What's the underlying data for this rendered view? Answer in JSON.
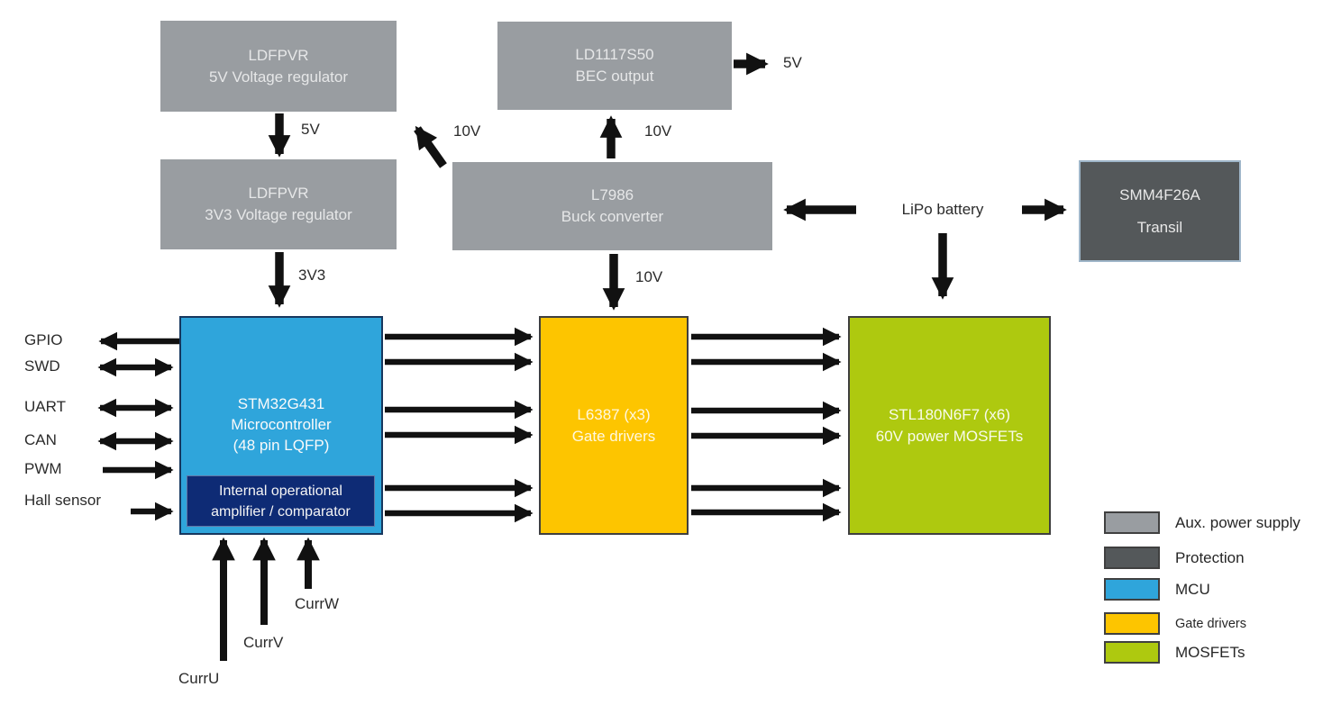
{
  "blocks": {
    "reg5v": {
      "lines": [
        "LDFPVR",
        "5V Voltage regulator"
      ]
    },
    "reg3v3": {
      "lines": [
        "LDFPVR",
        "3V3 Voltage regulator"
      ]
    },
    "bec": {
      "lines": [
        "LD1117S50",
        "BEC output"
      ]
    },
    "buck": {
      "lines": [
        "L7986",
        "Buck converter"
      ]
    },
    "transil": {
      "lines": [
        "SMM4F26A",
        "Transil"
      ]
    },
    "mcu": {
      "lines": [
        "STM32G431",
        "Microcontroller",
        "(48 pin LQFP)"
      ]
    },
    "opamp": {
      "lines": [
        "Internal operational",
        "amplifier / comparator"
      ]
    },
    "gate": {
      "lines": [
        "L6387 (x3)",
        "Gate drivers"
      ]
    },
    "mosfet": {
      "lines": [
        "STL180N6F7 (x6)",
        "60V power MOSFETs"
      ]
    }
  },
  "labels": {
    "reg5v_out": "5V",
    "reg3v3_out": "3V3",
    "buck_to_reg": "10V",
    "buck_to_bec": "10V",
    "bec_out": "5V",
    "buck_to_gate": "10V",
    "battery": "LiPo battery",
    "curr_u": "CurrU",
    "curr_v": "CurrV",
    "curr_w": "CurrW"
  },
  "mcu_io": [
    "GPIO",
    "SWD",
    "UART",
    "CAN",
    "PWM",
    "Hall sensor"
  ],
  "legend": {
    "items": [
      {
        "label": "Aux. power supply",
        "color": "#999DA1"
      },
      {
        "label": "Protection",
        "color": "#54585A"
      },
      {
        "label": "MCU",
        "color": "#2FA5DB"
      },
      {
        "label": "Gate drivers",
        "color": "#FDC500"
      },
      {
        "label": "MOSFETs",
        "color": "#AEC90F"
      }
    ]
  },
  "colors": {
    "aux_power": "#999DA1",
    "protection": "#54585A",
    "mcu": "#2FA5DB",
    "gate_drivers": "#FDC500",
    "mosfets": "#AEC90F",
    "opamp_box": "#0E2B75",
    "arrow": "#111111"
  }
}
